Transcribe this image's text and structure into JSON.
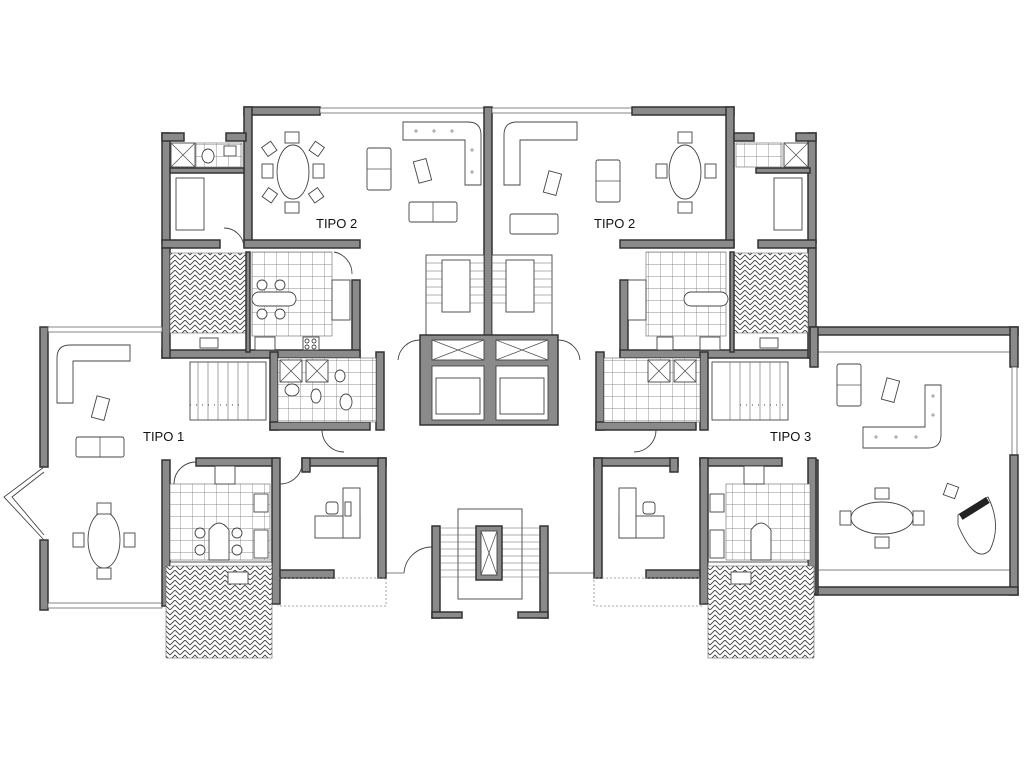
{
  "title": "Floor plan - typical floor",
  "labels": {
    "tipo1": "TIPO 1",
    "tipo2_left": "TIPO 2",
    "tipo2_right": "TIPO 2",
    "tipo3": "TIPO 3"
  },
  "colors": {
    "wall_fill": "#8a8a8a",
    "wall_stroke": "#333333",
    "line": "#444444",
    "background": "#ffffff"
  },
  "units": [
    {
      "name": "TIPO 1",
      "position": "left",
      "rooms": [
        "living room",
        "dining room",
        "kitchen",
        "laundry terrace",
        "study",
        "bathroom",
        "stair"
      ]
    },
    {
      "name": "TIPO 2",
      "position": "top-left",
      "rooms": [
        "living room",
        "dining room",
        "bedroom",
        "bathroom",
        "kitchen",
        "laundry terrace"
      ]
    },
    {
      "name": "TIPO 2",
      "position": "top-right",
      "rooms": [
        "living room",
        "dining room",
        "bedroom",
        "bathroom",
        "kitchen",
        "laundry terrace"
      ]
    },
    {
      "name": "TIPO 3",
      "position": "right",
      "rooms": [
        "living room",
        "dining room",
        "piano area",
        "kitchen",
        "laundry terrace",
        "study",
        "bathroom",
        "stair"
      ]
    }
  ],
  "core": [
    "stairs x2",
    "elevators x2",
    "shafts x2",
    "emergency stair"
  ]
}
